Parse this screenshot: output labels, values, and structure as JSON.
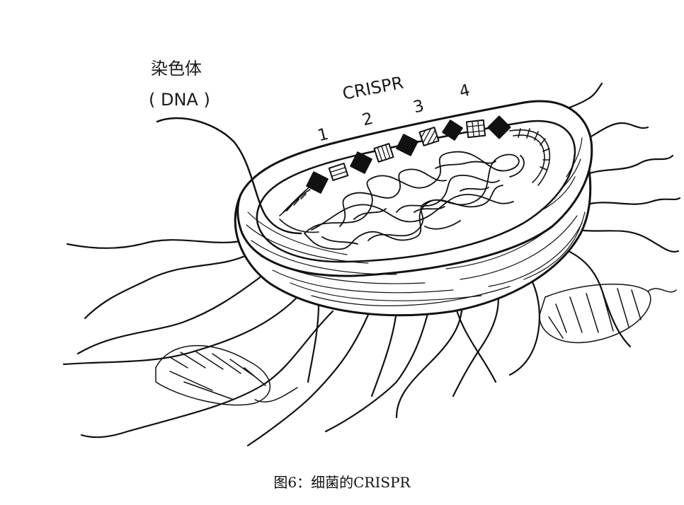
{
  "labels": {
    "chromosome": "染色体",
    "dna": "( DNA )",
    "crispr": "CRISPR",
    "spacers": [
      "1",
      "2",
      "3",
      "4"
    ]
  },
  "caption": "图6：细菌的CRISPR"
}
